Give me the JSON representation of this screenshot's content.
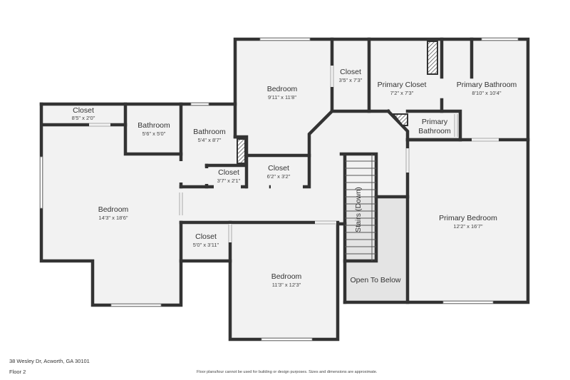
{
  "plan": {
    "rooms": [
      {
        "id": "closet-nw",
        "name": "Closet",
        "dims": "8'5\" x 2'0\""
      },
      {
        "id": "bathroom-1",
        "name": "Bathroom",
        "dims": "5'6\" x 5'0\""
      },
      {
        "id": "bathroom-2",
        "name": "Bathroom",
        "dims": "5'4\" x 8'7\""
      },
      {
        "id": "bedroom-top",
        "name": "Bedroom",
        "dims": "9'11\" x 11'8\""
      },
      {
        "id": "closet-top",
        "name": "Closet",
        "dims": "3'5\" x 7'3\""
      },
      {
        "id": "primary-closet",
        "name": "Primary Closet",
        "dims": "7'2\" x 7'3\""
      },
      {
        "id": "primary-bathroom",
        "name": "Primary Bathroom",
        "dims": "8'10\" x 10'4\""
      },
      {
        "id": "primary-bathroom-small",
        "name": "Primary Bathroom",
        "dims": ""
      },
      {
        "id": "closet-small",
        "name": "Closet",
        "dims": "3'7\" x 2'1\""
      },
      {
        "id": "closet-mid",
        "name": "Closet",
        "dims": "6'2\" x 3'2\""
      },
      {
        "id": "bedroom-left",
        "name": "Bedroom",
        "dims": "14'3\" x 18'6\""
      },
      {
        "id": "closet-lower",
        "name": "Closet",
        "dims": "5'0\" x 3'11\""
      },
      {
        "id": "bedroom-bottom",
        "name": "Bedroom",
        "dims": "11'3\" x 12'3\""
      },
      {
        "id": "stairs",
        "name": "Stairs (Down)",
        "dims": ""
      },
      {
        "id": "open-to-below",
        "name": "Open To Below",
        "dims": ""
      },
      {
        "id": "primary-bedroom",
        "name": "Primary Bedroom",
        "dims": "12'2\" x 16'7\""
      }
    ],
    "address": "38 Wesley Dr, Acworth, GA 30101",
    "floor": "Floor 2",
    "disclaimer": "Floor plans/tour cannot be used for building or design purposes. Sizes and dimensions are approximate."
  }
}
